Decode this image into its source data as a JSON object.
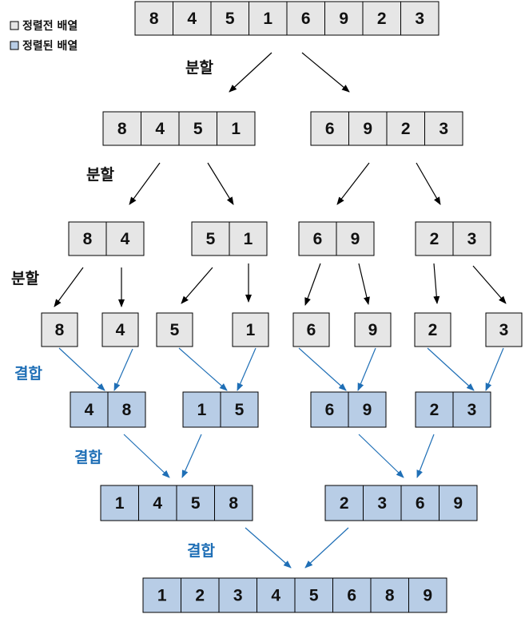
{
  "legend": {
    "items": [
      {
        "label": "정렬전 배열",
        "fill": "#e6e6e6"
      },
      {
        "label": "정렬된 배열",
        "fill": "#b8cde6"
      }
    ]
  },
  "colors": {
    "unsorted_fill": "#e6e6e6",
    "sorted_fill": "#b8cde6",
    "border": "#000000",
    "split_arrow": "#000000",
    "merge_arrow": "#1f6fb6",
    "merge_label": "#1f6fb6",
    "split_label": "#111111"
  },
  "stage_labels": {
    "split": "분할",
    "merge": "결합"
  },
  "arrays": {
    "root": [
      "8",
      "4",
      "5",
      "1",
      "6",
      "9",
      "2",
      "3"
    ],
    "split1": [
      [
        "8",
        "4",
        "5",
        "1"
      ],
      [
        "6",
        "9",
        "2",
        "3"
      ]
    ],
    "split2": [
      [
        "8",
        "4"
      ],
      [
        "5",
        "1"
      ],
      [
        "6",
        "9"
      ],
      [
        "2",
        "3"
      ]
    ],
    "singles": [
      "8",
      "4",
      "5",
      "1",
      "6",
      "9",
      "2",
      "3"
    ],
    "merge1": [
      [
        "4",
        "8"
      ],
      [
        "1",
        "5"
      ],
      [
        "6",
        "9"
      ],
      [
        "2",
        "3"
      ]
    ],
    "merge2": [
      [
        "1",
        "4",
        "5",
        "8"
      ],
      [
        "2",
        "3",
        "6",
        "9"
      ]
    ],
    "final": [
      "1",
      "2",
      "3",
      "4",
      "5",
      "6",
      "8",
      "9"
    ]
  }
}
